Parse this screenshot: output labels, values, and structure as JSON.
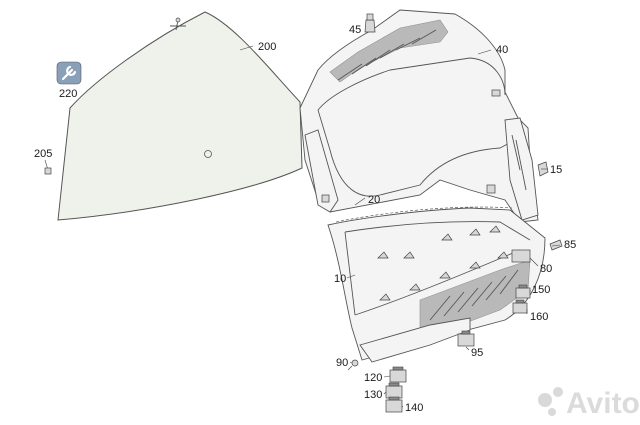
{
  "diagram": {
    "callouts": {
      "p200": "200",
      "p220": "220",
      "p205": "205",
      "p45": "45",
      "p40": "40",
      "p15": "15",
      "p20": "20",
      "p85": "85",
      "p80": "80",
      "p10": "10",
      "p150": "150",
      "p160": "160",
      "p95": "95",
      "p90": "90",
      "p120": "120",
      "p130": "130",
      "p140": "140"
    },
    "watermark": "Avito",
    "icons": {
      "tool": "wrench-icon"
    }
  }
}
